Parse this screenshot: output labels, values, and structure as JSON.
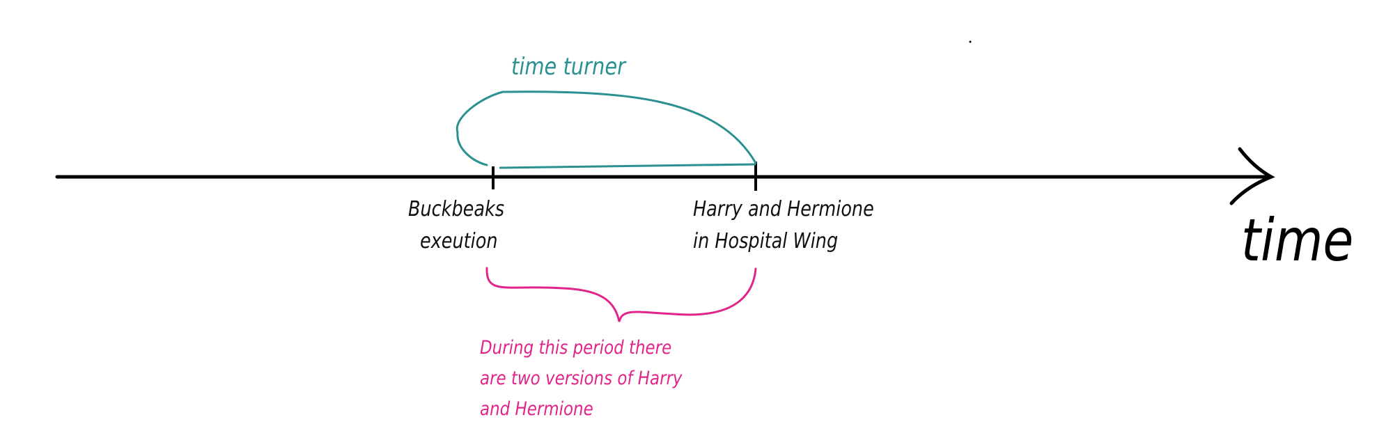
{
  "title_label": "time turner",
  "axis_label": "time",
  "events": [
    {
      "line1": "Buckbeaks",
      "line2": "exeution"
    },
    {
      "line1": "Harry and Hermione",
      "line2": "in Hospital Wing"
    }
  ],
  "annotation": {
    "line1": "During this period there",
    "line2": "are two versions of Harry",
    "line3": "and Hermione"
  },
  "colors": {
    "axis": "#000000",
    "time_turner": "#2a9090",
    "annotation": "#e0248a"
  }
}
